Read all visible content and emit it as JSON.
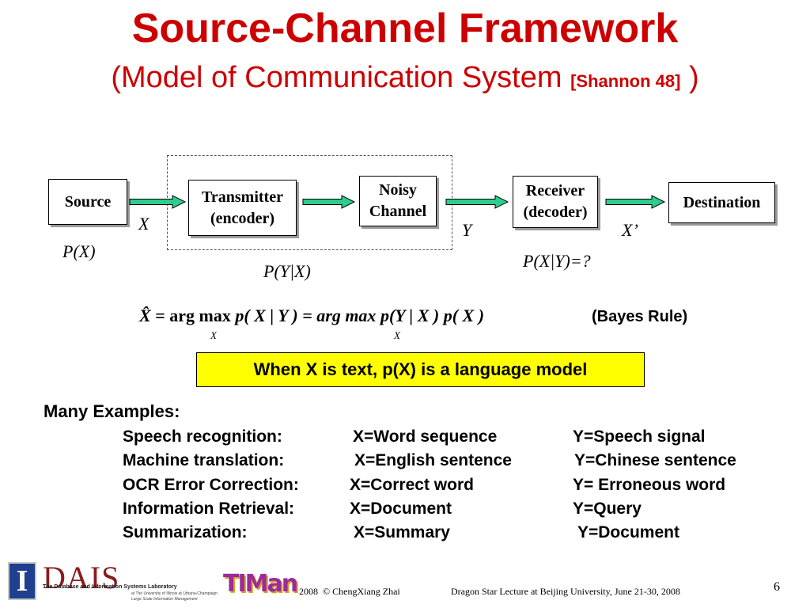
{
  "title": "Source-Channel Framework",
  "subtitle": {
    "open": "(Model of Communication System ",
    "ref": "[Shannon 48]",
    "close": " )"
  },
  "diagram": {
    "source": "Source",
    "transmitter_line1": "Transmitter",
    "transmitter_line2": "(encoder)",
    "channel_line1": "Noisy",
    "channel_line2": "Channel",
    "receiver_line1": "Receiver",
    "receiver_line2": "(decoder)",
    "destination": "Destination",
    "label_x": "X",
    "label_y": "Y",
    "label_xprime": "X’",
    "label_px": "P(X)",
    "label_pyx": "P(Y|X)",
    "label_pxy": "P(X|Y)=?",
    "arrow_color": "#2ecc8e"
  },
  "formula": {
    "xhat": "X̂",
    "eq1": " = arg max ",
    "sub1": "X",
    "mid": "p( X | Y ) = arg max ",
    "sub2": "X",
    "rhs": "p(Y | X ) p( X )",
    "bayes": "(Bayes Rule)"
  },
  "highlight": "When X is text, p(X) is a language model",
  "examples": {
    "heading": "Many Examples:",
    "rows": [
      {
        "task": "Speech recognition:",
        "x": "X=Word sequence",
        "y": "Y=Speech signal"
      },
      {
        "task": "Machine translation:",
        "x": "X=English sentence",
        "y": "Y=Chinese sentence"
      },
      {
        "task": "OCR Error Correction:",
        "x": "X=Correct word",
        "y": "Y= Erroneous word"
      },
      {
        "task": "Information Retrieval:",
        "x": "X=Document",
        "y": "Y=Query"
      },
      {
        "task": "Summarization:",
        "x": "X=Summary",
        "y": "Y=Document"
      }
    ]
  },
  "footer": {
    "logo_i": "I",
    "dais": "DAIS",
    "dais_line1": "The Database and Information Systems Laboratory",
    "dais_line2": "at The University of Illinois at Urbana-Champaign",
    "dais_line3": "Large Scale Information Management",
    "timan": "TIMan",
    "copyright": "2008  © ChengXiang Zhai",
    "lecture": "Dragon Star Lecture at Beijing University, June 21-30, 2008",
    "page": "6"
  }
}
